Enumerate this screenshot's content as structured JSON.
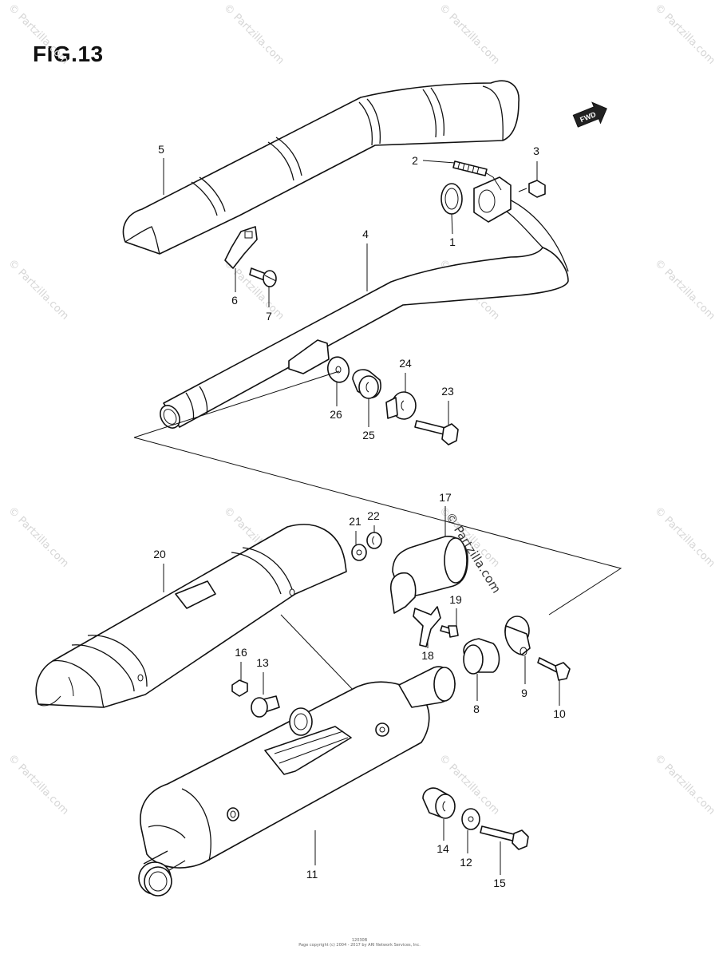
{
  "figure": {
    "title": "FIG.13"
  },
  "direction_badge": "FWD",
  "parts": [
    {
      "id": "part-1",
      "label": "1"
    },
    {
      "id": "part-2",
      "label": "2"
    },
    {
      "id": "part-3",
      "label": "3"
    },
    {
      "id": "part-4",
      "label": "4"
    },
    {
      "id": "part-5",
      "label": "5"
    },
    {
      "id": "part-6",
      "label": "6"
    },
    {
      "id": "part-7",
      "label": "7"
    },
    {
      "id": "part-8",
      "label": "8"
    },
    {
      "id": "part-9",
      "label": "9"
    },
    {
      "id": "part-10",
      "label": "10"
    },
    {
      "id": "part-11",
      "label": "11"
    },
    {
      "id": "part-12",
      "label": "12"
    },
    {
      "id": "part-13",
      "label": "13"
    },
    {
      "id": "part-14",
      "label": "14"
    },
    {
      "id": "part-15",
      "label": "15"
    },
    {
      "id": "part-16",
      "label": "16"
    },
    {
      "id": "part-17",
      "label": "17"
    },
    {
      "id": "part-18",
      "label": "18"
    },
    {
      "id": "part-19",
      "label": "19"
    },
    {
      "id": "part-20",
      "label": "20"
    },
    {
      "id": "part-21",
      "label": "21"
    },
    {
      "id": "part-22",
      "label": "22"
    },
    {
      "id": "part-23",
      "label": "23"
    },
    {
      "id": "part-24",
      "label": "24"
    },
    {
      "id": "part-25",
      "label": "25"
    },
    {
      "id": "part-26",
      "label": "26"
    }
  ],
  "watermark": {
    "text": "© Partzilla.com"
  },
  "footer": {
    "code": "12030B",
    "copyright": "Page copyright (c) 2004 - 2017 by ARI Network Services, Inc."
  }
}
